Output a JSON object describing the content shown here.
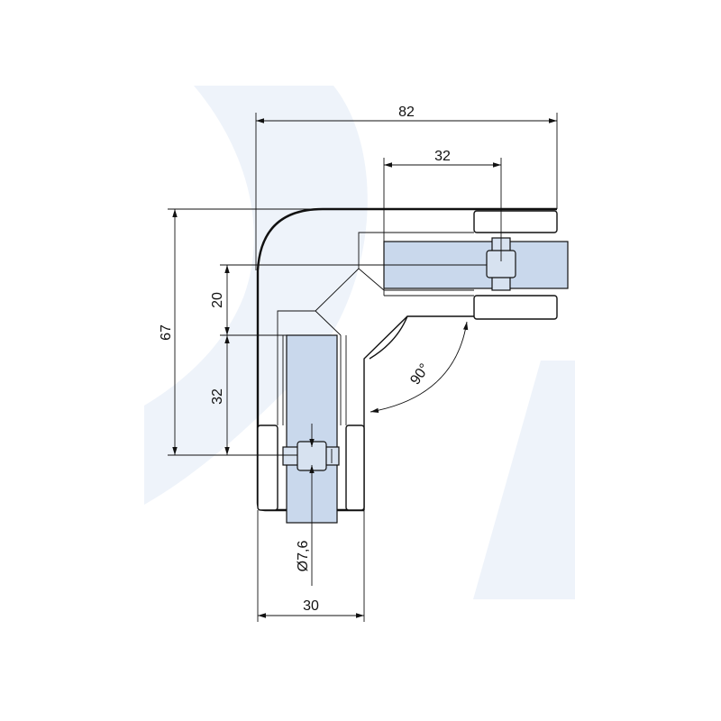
{
  "dimensions": {
    "total_width": "82",
    "glass_depth_top": "32",
    "total_height": "67",
    "bolt_offset": "20",
    "glass_depth_side": "32",
    "hole_diameter": "Ø7,6",
    "thickness": "30",
    "angle": "90°"
  },
  "colors": {
    "glass": "#c9d8ec",
    "line": "#111111",
    "watermark": "#eef3fa"
  }
}
